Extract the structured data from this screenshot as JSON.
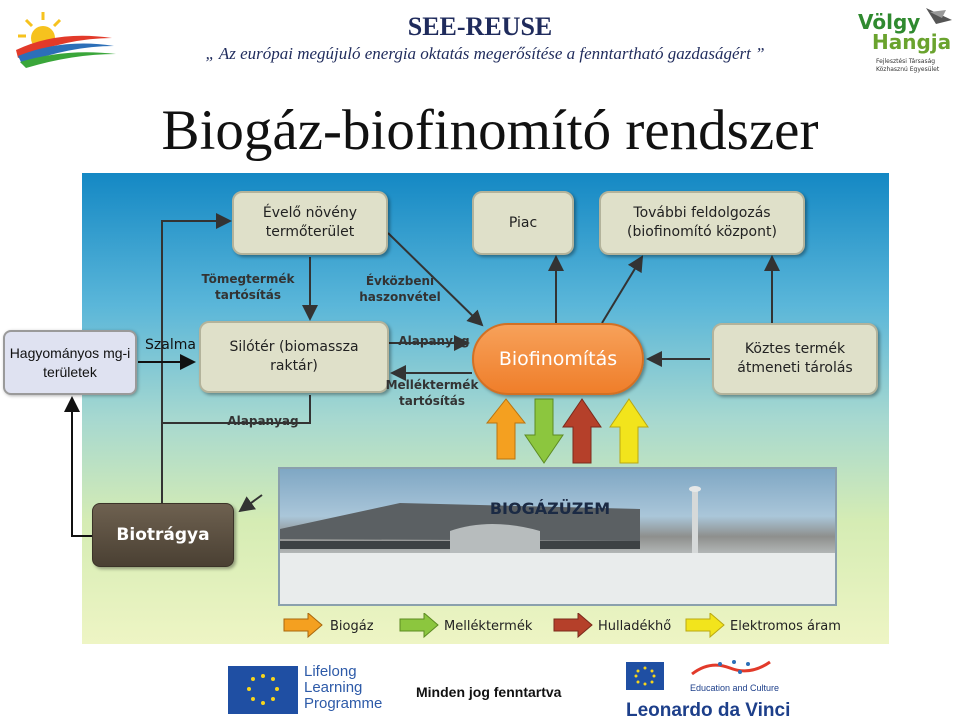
{
  "header": {
    "title": "SEE-REUSE",
    "subtitle": "„ Az európai megújuló energia oktatás megerősítése a fenntartható gazdaságért ”",
    "partner_logo_top": "Völgy",
    "partner_logo_bottom": "Hangja",
    "partner_logo_caption1": "Fejlesztési Társaság",
    "partner_logo_caption2": "Közhasznú Egyesület"
  },
  "slide": {
    "title": "Biogáz-biofinomító rendszer"
  },
  "diagram": {
    "boxes": {
      "evelo": "Évelő növény termőterület",
      "piac": "Piac",
      "tovabbi": "További feldolgozás (biofinomító központ)",
      "silo": "Silótér (biomassza raktár)",
      "biofinomitas": "Biofinomítás",
      "koztes": "Köztes termék átmeneti tárolás",
      "biotragya": "Biotrágya"
    },
    "labels": {
      "tomeg": "Tömegtermék tartósítás",
      "evkozbeni": "Évközbeni haszonvétel",
      "alapanyag_top": "Alapanyag",
      "mellek": "Melléktermék tartósítás",
      "alapanyag_left": "Alapanyag"
    },
    "plant_title": "BIOGÁZÜZEM",
    "legend": [
      {
        "label": "Biogáz",
        "color": "#f4a020"
      },
      {
        "label": "Melléktermék",
        "color": "#8cc63e"
      },
      {
        "label": "Hulladékhő",
        "color": "#b5402a"
      },
      {
        "label": "Elektromos áram",
        "color": "#f2e41c"
      }
    ]
  },
  "traditional": {
    "label": "Hagyományos mg-i területek",
    "arrow_label": "Szalma"
  },
  "footer": {
    "rights": "Minden jog fenntartva",
    "llp_lines": [
      "Lifelong",
      "Learning",
      "Programme"
    ],
    "edu_culture": "Education and Culture",
    "leonardo": "Leonardo da Vinci"
  }
}
